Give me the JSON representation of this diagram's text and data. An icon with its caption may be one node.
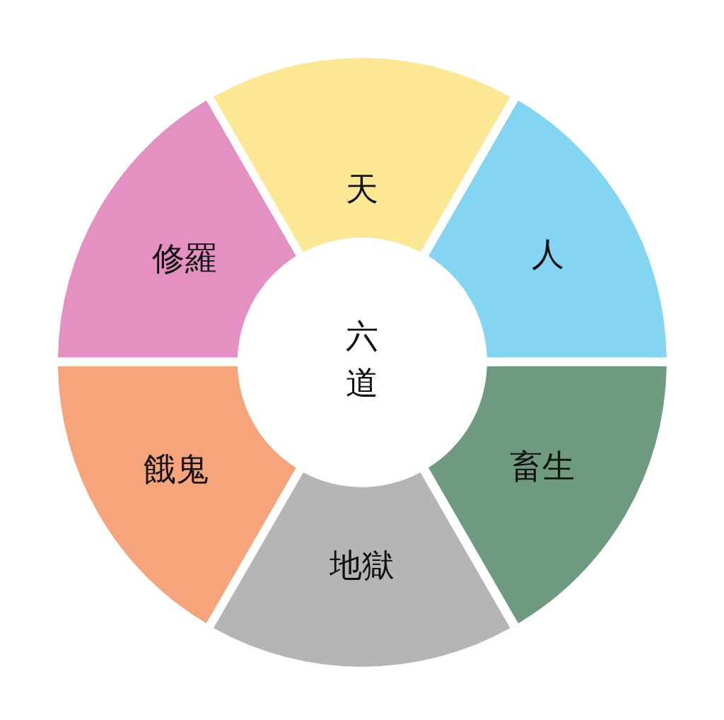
{
  "diagram": {
    "nodes": [
      {
        "text": [
          "六道"
        ]
      },
      {
        "text": [
          "天"
        ]
      },
      {
        "text": [
          "人"
        ]
      },
      {
        "text": [
          "畜生"
        ]
      },
      {
        "text": [
          "地獄"
        ]
      },
      {
        "text": [
          "餓鬼"
        ]
      },
      {
        "text": [
          "修羅"
        ]
      }
    ]
  }
}
